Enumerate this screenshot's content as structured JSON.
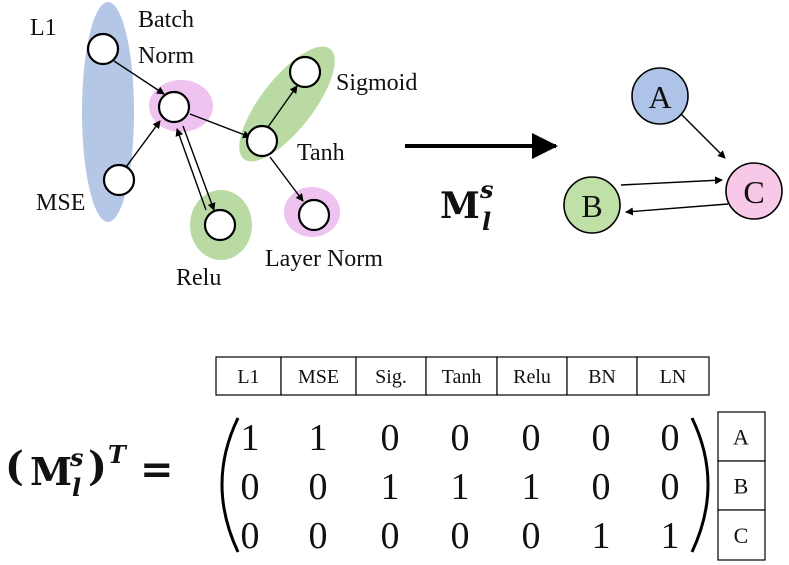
{
  "colors": {
    "group_blue": "#b4c7e7",
    "group_green": "#b9dba3",
    "group_pink": "#f0c2f0",
    "node_fill": "#ffffff",
    "stroke": "#000000",
    "node_A": "#aec3e8",
    "node_B": "#bfe1a8",
    "node_C": "#f7c8e8"
  },
  "graph": {
    "labels": {
      "l1": "L1",
      "batch_norm_1": "Batch",
      "batch_norm_2": "Norm",
      "sigmoid": "Sigmoid",
      "tanh": "Tanh",
      "mse": "MSE",
      "relu": "Relu",
      "layer_norm": "Layer Norm"
    }
  },
  "transform": {
    "symbol": "M",
    "superscript": "s",
    "subscript": "l"
  },
  "summary_graph": {
    "nodes": {
      "a": "A",
      "b": "B",
      "c": "C"
    }
  },
  "matrix": {
    "lhs_open": "(",
    "lhs_symbol": "M",
    "lhs_sup": "s",
    "lhs_sub": "l",
    "lhs_close": ")",
    "lhs_exp": "T",
    "equals": "=",
    "columns": [
      "L1",
      "MSE",
      "Sig.",
      "Tanh",
      "Relu",
      "BN",
      "LN"
    ],
    "rows": [
      "A",
      "B",
      "C"
    ],
    "values": [
      [
        "1",
        "1",
        "0",
        "0",
        "0",
        "0",
        "0"
      ],
      [
        "0",
        "0",
        "1",
        "1",
        "1",
        "0",
        "0"
      ],
      [
        "0",
        "0",
        "0",
        "0",
        "0",
        "1",
        "1"
      ]
    ]
  }
}
